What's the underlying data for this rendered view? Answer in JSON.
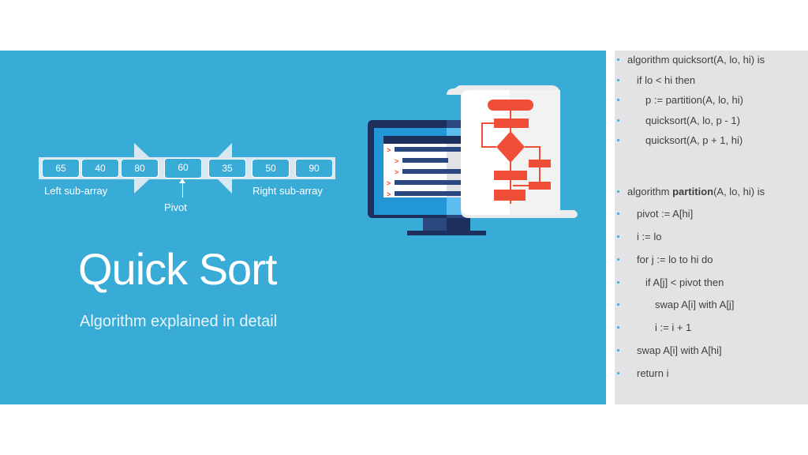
{
  "slide": {
    "title": "Quick Sort",
    "subtitle": "Algorithm explained in detail",
    "background_color": "#38acd7",
    "code_panel_color": "#e3e2e4"
  },
  "diagram": {
    "left_cells": [
      "65",
      "40",
      "80"
    ],
    "pivot_cell": "60",
    "right_cells": [
      "35",
      "50",
      "90"
    ],
    "left_label": "Left sub-array",
    "right_label": "Right sub-array",
    "pivot_label": "Pivot"
  },
  "illustration": {
    "monitor_icon": "monitor-with-list-icon",
    "flowchart_icon": "flowchart-scroll-icon",
    "accent_color": "#f04e37",
    "dark_color": "#1e2f5e"
  },
  "code": {
    "quicksort": [
      {
        "prefix": "algorithm quicksort(A, lo, hi) is",
        "bold": "",
        "suffix": "",
        "indent": 0
      },
      {
        "prefix": "if lo < hi then",
        "bold": "",
        "suffix": "",
        "indent": 1
      },
      {
        "prefix": "p := partition(A, lo, hi)",
        "bold": "",
        "suffix": "",
        "indent": 2
      },
      {
        "prefix": "quicksort(A, lo, p - 1)",
        "bold": "",
        "suffix": "",
        "indent": 2
      },
      {
        "prefix": "quicksort(A, p + 1, hi)",
        "bold": "",
        "suffix": "",
        "indent": 2
      }
    ],
    "partition": [
      {
        "prefix": "algorithm ",
        "bold": "partition",
        "suffix": "(A, lo, hi) is",
        "indent": 0
      },
      {
        "prefix": "pivot := A[hi]",
        "bold": "",
        "suffix": "",
        "indent": 1
      },
      {
        "prefix": "i := lo",
        "bold": "",
        "suffix": "",
        "indent": 1
      },
      {
        "prefix": "for j := lo to hi do",
        "bold": "",
        "suffix": "",
        "indent": 1
      },
      {
        "prefix": "if A[j] < pivot then",
        "bold": "",
        "suffix": "",
        "indent": 2
      },
      {
        "prefix": "swap A[i] with A[j]",
        "bold": "",
        "suffix": "",
        "indent": 3
      },
      {
        "prefix": "i := i + 1",
        "bold": "",
        "suffix": "",
        "indent": 3
      },
      {
        "prefix": "swap A[i] with A[hi]",
        "bold": "",
        "suffix": "",
        "indent": 1
      },
      {
        "prefix": "return i",
        "bold": "",
        "suffix": "",
        "indent": 1
      }
    ]
  }
}
